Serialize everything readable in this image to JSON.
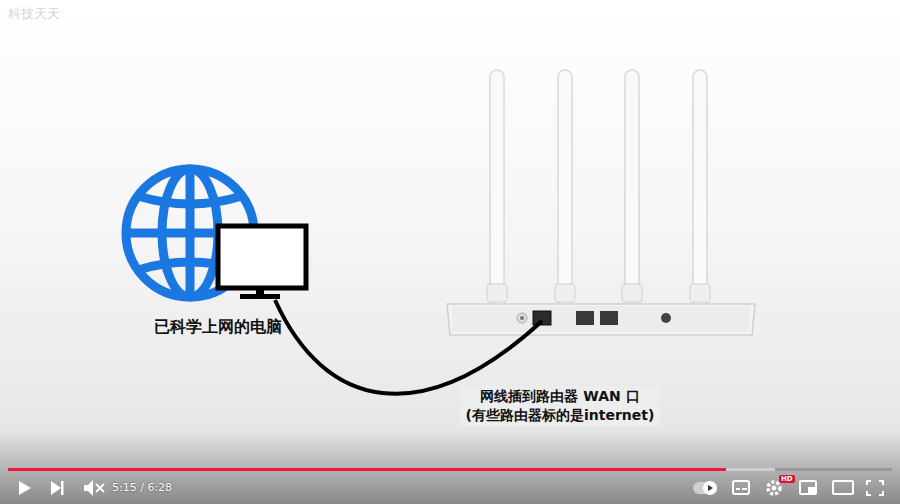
{
  "diagram": {
    "nodes": [
      {
        "text": [
          "已科学上网的电脑"
        ]
      },
      {
        "text": [
          "网线插到路由器 WAN 口 (有些路由器标的是internet)"
        ]
      }
    ],
    "edges": [
      {
        "from": 0,
        "to": 1,
        "arrow": "none"
      }
    ],
    "labels": [
      "科技天天",
      "5:15 / 6:28",
      "HD"
    ]
  }
}
